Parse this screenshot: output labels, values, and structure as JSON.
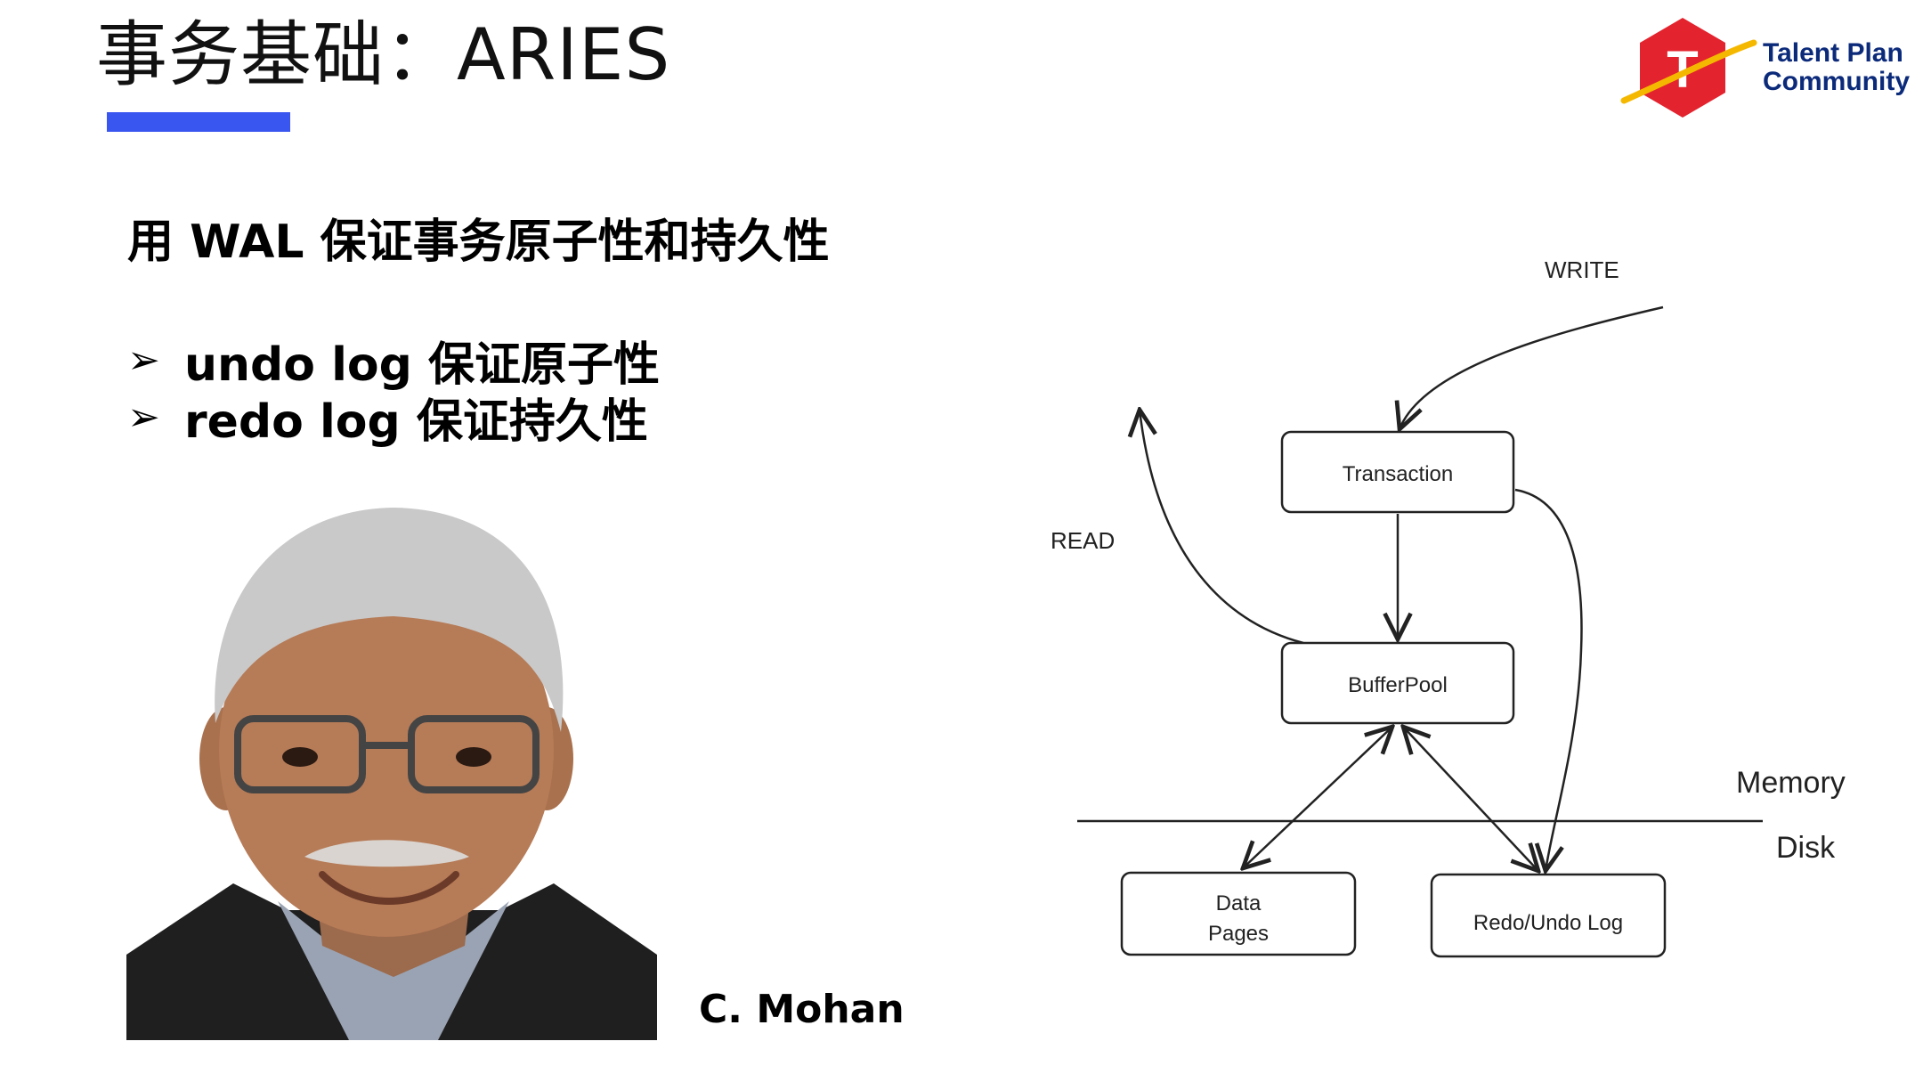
{
  "slide": {
    "title": "事务基础：ARIES",
    "accent_color": "#3a56f0"
  },
  "logo": {
    "line1": "Talent Plan",
    "line2": "Community",
    "text_color": "#0b2a7a",
    "mark_color": "#e3232e",
    "orbit_color": "#f5b800"
  },
  "content": {
    "heading": "用 WAL 保证事务原子性和持久性",
    "bullets": [
      {
        "marker": "➢",
        "text": "undo log 保证原子性"
      },
      {
        "marker": "➢",
        "text": "redo log 保证持久性"
      }
    ]
  },
  "person": {
    "caption": "C. Mohan"
  },
  "diagram": {
    "write_label": "WRITE",
    "read_label": "READ",
    "nodes": {
      "transaction": "Transaction",
      "bufferpool": "BufferPool",
      "data_pages_line1": "Data",
      "data_pages_line2": "Pages",
      "redo_undo_log": "Redo/Undo Log"
    },
    "memory_label": "Memory",
    "disk_label": "Disk"
  }
}
